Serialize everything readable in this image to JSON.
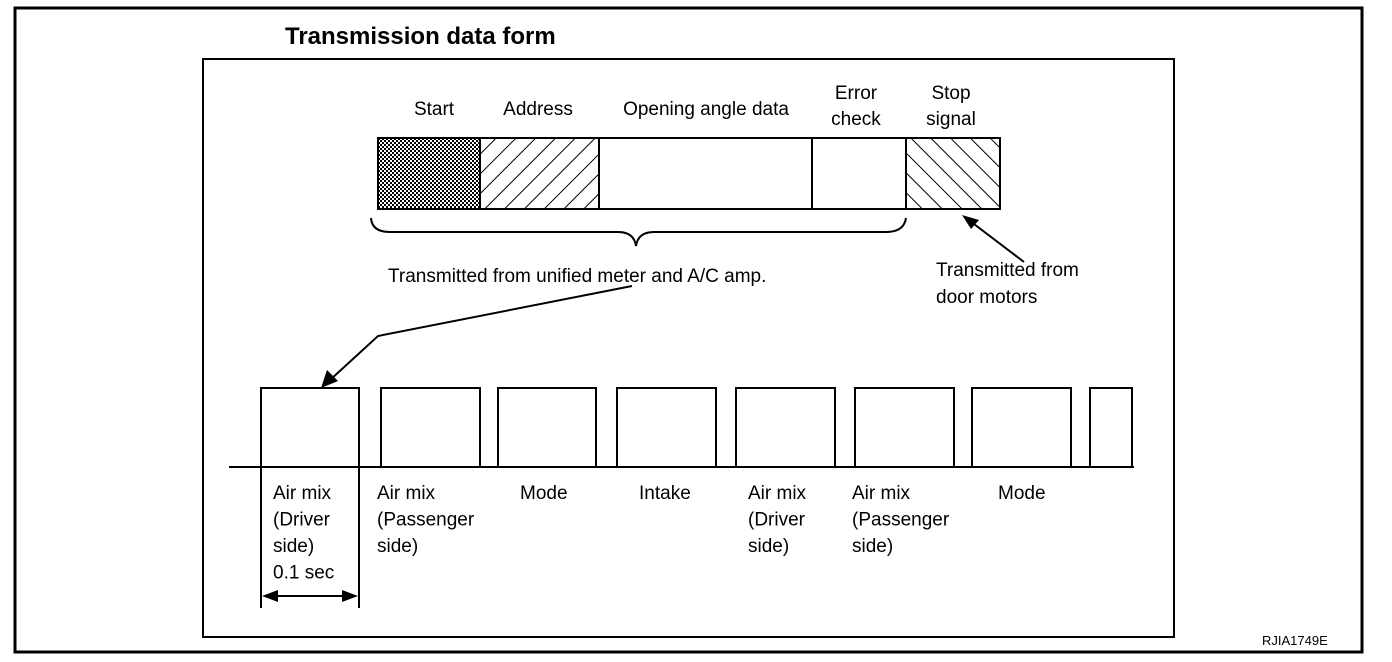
{
  "diagram": {
    "title": "Transmission data form",
    "frame_fields": [
      {
        "lines": [
          "Start"
        ],
        "fill": "dots"
      },
      {
        "lines": [
          "Address"
        ],
        "fill": "hatch-forward"
      },
      {
        "lines": [
          "Opening angle data"
        ],
        "fill": "none"
      },
      {
        "lines": [
          "Error",
          "check"
        ],
        "fill": "none"
      },
      {
        "lines": [
          "Stop",
          "signal"
        ],
        "fill": "hatch-back"
      }
    ],
    "note_amp": "Transmitted from unified meter and A/C amp.",
    "note_motors": [
      "Transmitted from",
      "door motors"
    ],
    "slots": [
      {
        "lines": [
          "Air mix",
          "(Driver",
          "side)",
          "0.1 sec"
        ]
      },
      {
        "lines": [
          "Air mix",
          "(Passenger",
          "side)"
        ]
      },
      {
        "lines": [
          "Mode"
        ]
      },
      {
        "lines": [
          "Intake"
        ]
      },
      {
        "lines": [
          "Air mix",
          "(Driver",
          "side)"
        ]
      },
      {
        "lines": [
          "Air mix",
          "(Passenger",
          "side)"
        ]
      },
      {
        "lines": [
          "Mode"
        ]
      },
      {
        "lines": []
      }
    ],
    "figure_code": "RJIA1749E"
  }
}
